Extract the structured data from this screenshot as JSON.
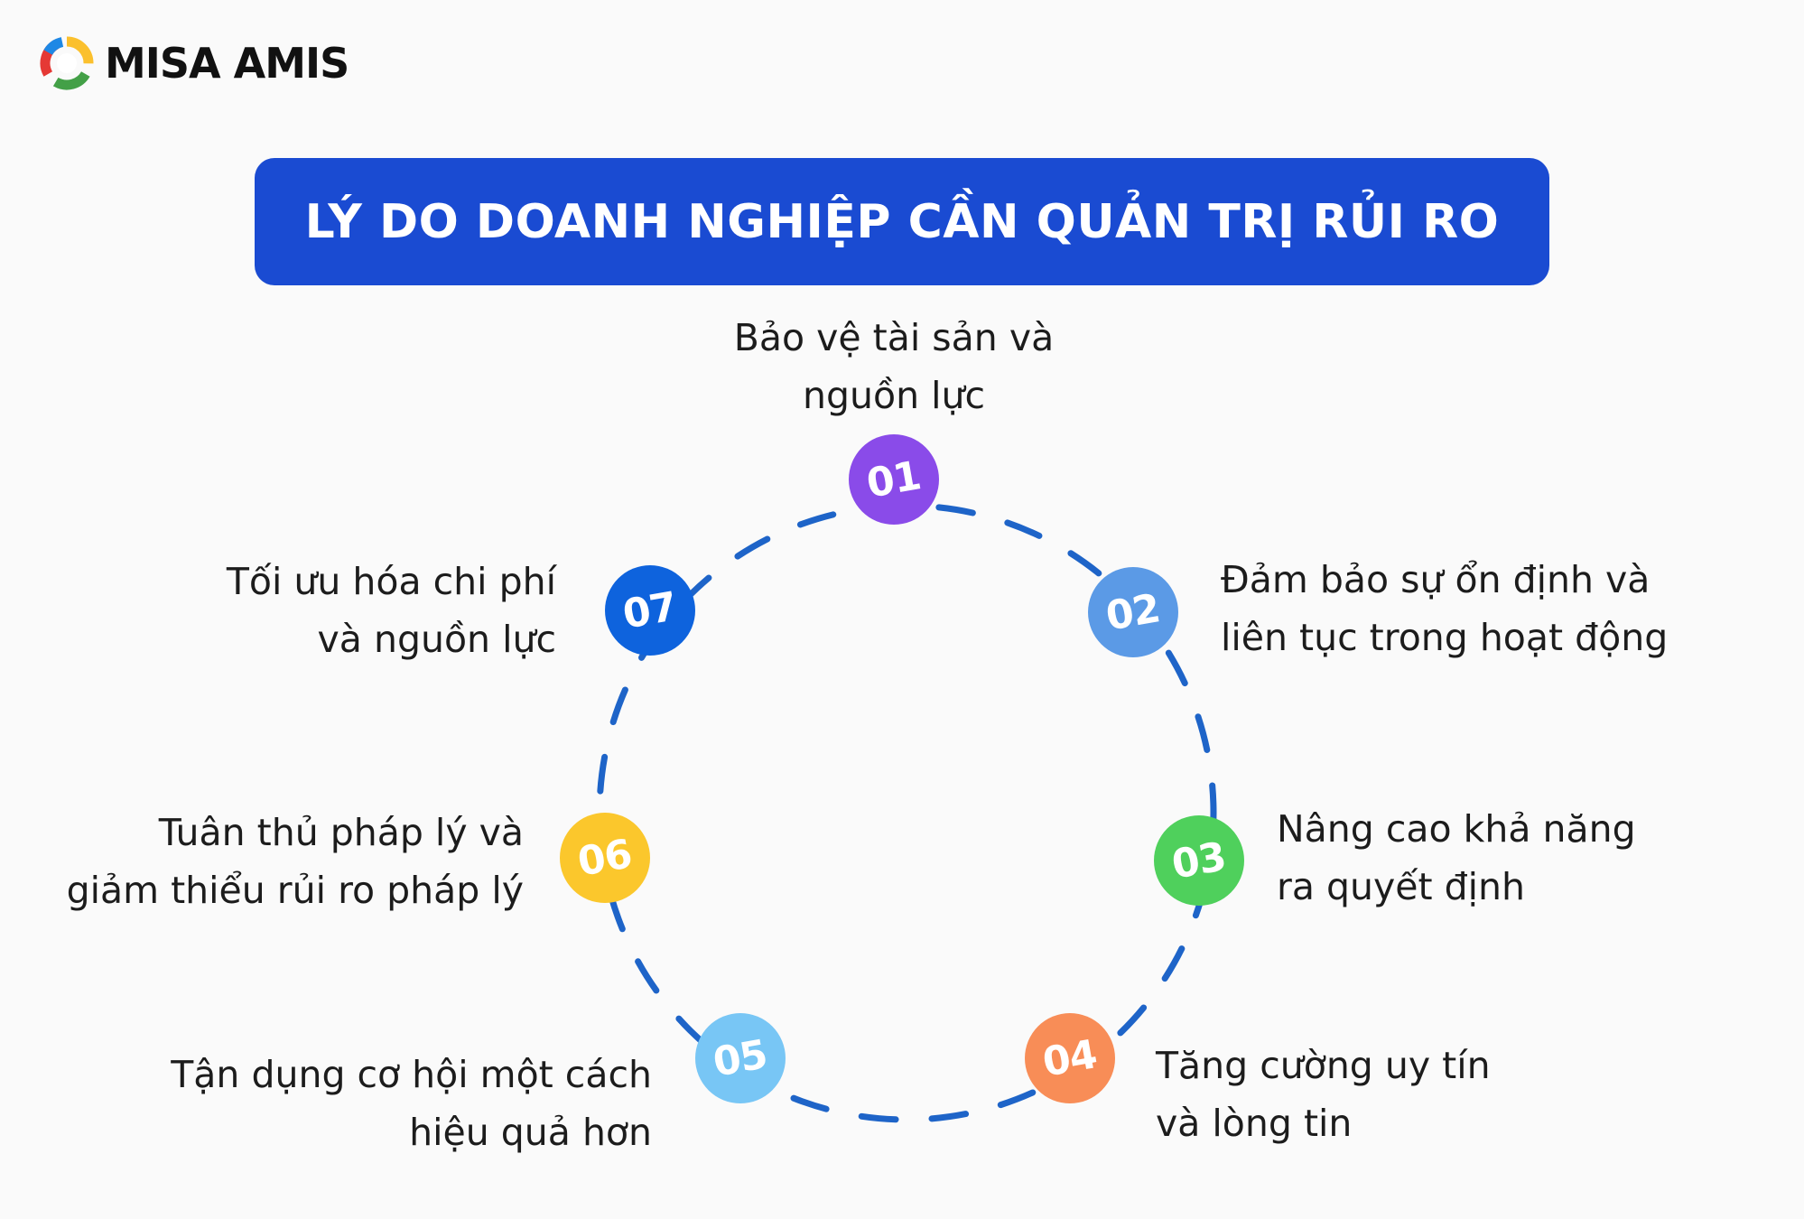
{
  "brand": {
    "name": "MISA AMIS"
  },
  "title": "LÝ DO DOANH NGHIỆP CẦN QUẢN TRỊ RỦI RO",
  "colors": {
    "banner": "#1a4bd2",
    "ring_dash": "#1e64c8",
    "node_01": "#8a4be9",
    "node_02": "#5b9ae6",
    "node_03": "#4fd05c",
    "node_04": "#f88d57",
    "node_05": "#78c6f5",
    "node_06": "#fbc72c",
    "node_07": "#0e63dd"
  },
  "reasons": [
    {
      "number": "01",
      "line1": "Bảo vệ tài sản và",
      "line2": "nguồn lực"
    },
    {
      "number": "02",
      "line1": "Đảm bảo sự ổn định và",
      "line2": "liên tục trong hoạt động"
    },
    {
      "number": "03",
      "line1": "Nâng cao khả năng",
      "line2": "ra quyết định"
    },
    {
      "number": "04",
      "line1": "Tăng cường uy tín",
      "line2": "và lòng tin"
    },
    {
      "number": "05",
      "line1": "Tận dụng cơ hội một cách",
      "line2": "hiệu quả hơn"
    },
    {
      "number": "06",
      "line1": "Tuân thủ pháp lý và",
      "line2": "giảm thiểu rủi ro pháp lý"
    },
    {
      "number": "07",
      "line1": "Tối ưu hóa chi phí",
      "line2": "và nguồn lực"
    }
  ]
}
